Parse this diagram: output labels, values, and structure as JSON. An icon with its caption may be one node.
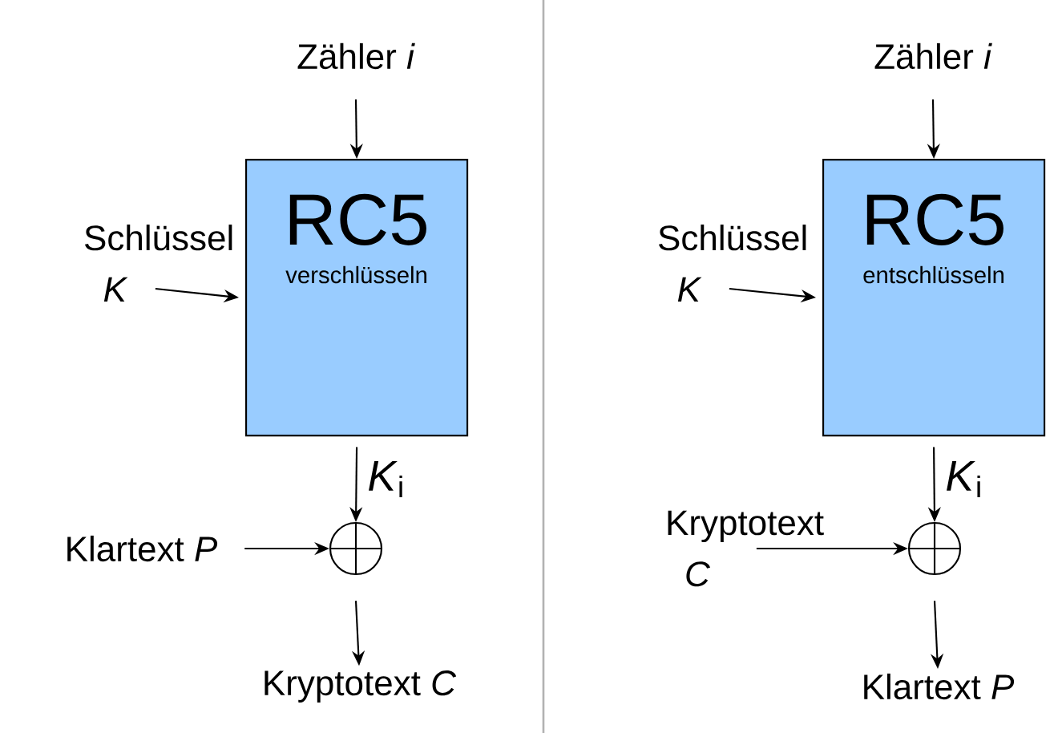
{
  "diagram": {
    "nodes": [
      {
        "text": [
          "Zähler *i*"
        ]
      },
      {
        "text": [
          "RC5",
          "verschlüsseln"
        ]
      },
      {
        "text": [
          "Schlüssel *K*"
        ]
      },
      {
        "text": [],
        "shape": "circle"
      },
      {
        "text": [
          "Klartext *P*"
        ]
      },
      {
        "text": [
          "Kryptotext *C*"
        ]
      },
      {
        "text": [
          "Zähler *i*"
        ]
      },
      {
        "text": [
          "RC5",
          "entschlüsseln"
        ]
      },
      {
        "text": [
          "Schlüssel *K*"
        ]
      },
      {
        "text": [],
        "shape": "circle"
      },
      {
        "text": [
          "Kryptotext *C*"
        ]
      },
      {
        "text": [
          "Klartext *P*"
        ]
      }
    ],
    "edges": [
      {
        "from": 0,
        "to": 1,
        "arrow": "to"
      },
      {
        "from": 2,
        "to": 1,
        "arrow": "to"
      },
      {
        "from": 1,
        "to": 3,
        "arrow": "to",
        "label": "*K*$_{i}$"
      },
      {
        "from": 4,
        "to": 3,
        "arrow": "to"
      },
      {
        "from": 3,
        "to": 5,
        "arrow": "to"
      },
      {
        "from": 6,
        "to": 7,
        "arrow": "to"
      },
      {
        "from": 8,
        "to": 7,
        "arrow": "to"
      },
      {
        "from": 7,
        "to": 9,
        "arrow": "to",
        "label": "*K*$_{i}$"
      },
      {
        "from": 10,
        "to": 9,
        "arrow": "to"
      },
      {
        "from": 9,
        "to": 11,
        "arrow": "to"
      }
    ]
  }
}
